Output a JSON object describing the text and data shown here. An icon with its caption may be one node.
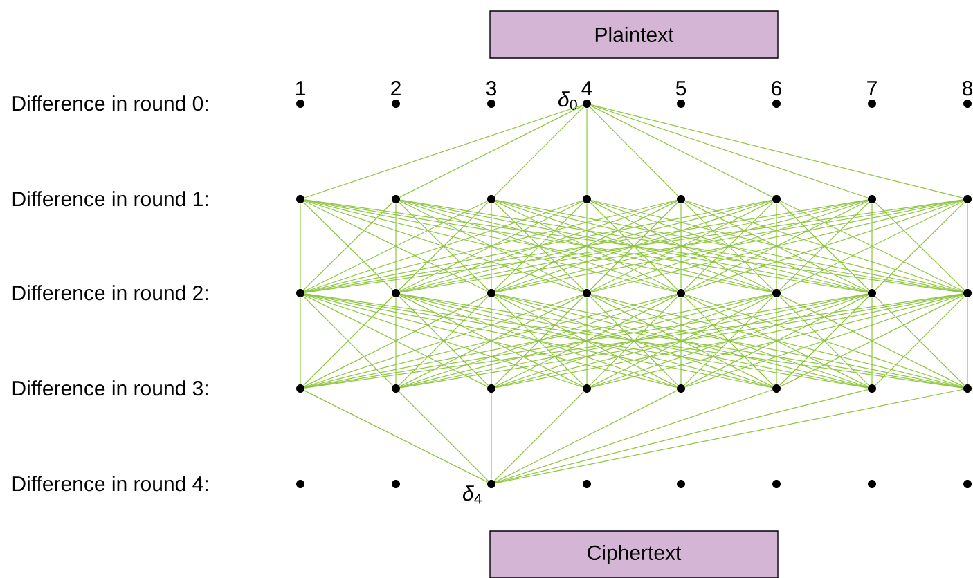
{
  "diagram": {
    "nodes": [
      {
        "text": [
          "Plaintext"
        ]
      },
      {
        "text": [],
        "shape": "circle"
      },
      {
        "text": [],
        "shape": "circle"
      },
      {
        "text": [],
        "shape": "circle"
      },
      {
        "text": [],
        "shape": "circle",
        "beside": [
          "*δ*$_{0}$"
        ]
      },
      {
        "text": [],
        "shape": "circle"
      },
      {
        "text": [],
        "shape": "circle"
      },
      {
        "text": [],
        "shape": "circle"
      },
      {
        "text": [],
        "shape": "circle"
      },
      {
        "text": [],
        "shape": "circle"
      },
      {
        "text": [],
        "shape": "circle"
      },
      {
        "text": [],
        "shape": "circle"
      },
      {
        "text": [],
        "shape": "circle"
      },
      {
        "text": [],
        "shape": "circle"
      },
      {
        "text": [],
        "shape": "circle"
      },
      {
        "text": [],
        "shape": "circle"
      },
      {
        "text": [],
        "shape": "circle"
      },
      {
        "text": [],
        "shape": "circle"
      },
      {
        "text": [],
        "shape": "circle"
      },
      {
        "text": [],
        "shape": "circle"
      },
      {
        "text": [],
        "shape": "circle"
      },
      {
        "text": [],
        "shape": "circle"
      },
      {
        "text": [],
        "shape": "circle"
      },
      {
        "text": [],
        "shape": "circle"
      },
      {
        "text": [],
        "shape": "circle"
      },
      {
        "text": [],
        "shape": "circle"
      },
      {
        "text": [],
        "shape": "circle"
      },
      {
        "text": [],
        "shape": "circle"
      },
      {
        "text": [],
        "shape": "circle"
      },
      {
        "text": [],
        "shape": "circle"
      },
      {
        "text": [],
        "shape": "circle"
      },
      {
        "text": [],
        "shape": "circle"
      },
      {
        "text": [],
        "shape": "circle"
      },
      {
        "text": [],
        "shape": "circle"
      },
      {
        "text": [],
        "shape": "circle"
      },
      {
        "text": [],
        "shape": "circle",
        "beside": [
          "*δ*$_{4}$"
        ]
      },
      {
        "text": [],
        "shape": "circle"
      },
      {
        "text": [],
        "shape": "circle"
      },
      {
        "text": [],
        "shape": "circle"
      },
      {
        "text": [],
        "shape": "circle"
      },
      {
        "text": [],
        "shape": "circle"
      },
      {
        "text": [
          "Ciphertext"
        ]
      }
    ],
    "edges": [
      {
        "from": 4,
        "to": 9,
        "arrow": "none"
      },
      {
        "from": 4,
        "to": 10,
        "arrow": "none"
      },
      {
        "from": 4,
        "to": 11,
        "arrow": "none"
      },
      {
        "from": 4,
        "to": 12,
        "arrow": "none"
      },
      {
        "from": 4,
        "to": 13,
        "arrow": "none"
      },
      {
        "from": 4,
        "to": 14,
        "arrow": "none"
      },
      {
        "from": 4,
        "to": 15,
        "arrow": "none"
      },
      {
        "from": 4,
        "to": 16,
        "arrow": "none"
      },
      {
        "from": 9,
        "to": 17,
        "arrow": "none"
      },
      {
        "from": 9,
        "to": 18,
        "arrow": "none"
      },
      {
        "from": 9,
        "to": 19,
        "arrow": "none"
      },
      {
        "from": 9,
        "to": 20,
        "arrow": "none"
      },
      {
        "from": 9,
        "to": 21,
        "arrow": "none"
      },
      {
        "from": 9,
        "to": 22,
        "arrow": "none"
      },
      {
        "from": 9,
        "to": 23,
        "arrow": "none"
      },
      {
        "from": 9,
        "to": 24,
        "arrow": "none"
      },
      {
        "from": 10,
        "to": 17,
        "arrow": "none"
      },
      {
        "from": 10,
        "to": 18,
        "arrow": "none"
      },
      {
        "from": 10,
        "to": 19,
        "arrow": "none"
      },
      {
        "from": 10,
        "to": 20,
        "arrow": "none"
      },
      {
        "from": 10,
        "to": 21,
        "arrow": "none"
      },
      {
        "from": 10,
        "to": 22,
        "arrow": "none"
      },
      {
        "from": 10,
        "to": 23,
        "arrow": "none"
      },
      {
        "from": 10,
        "to": 24,
        "arrow": "none"
      },
      {
        "from": 11,
        "to": 17,
        "arrow": "none"
      },
      {
        "from": 11,
        "to": 18,
        "arrow": "none"
      },
      {
        "from": 11,
        "to": 19,
        "arrow": "none"
      },
      {
        "from": 11,
        "to": 20,
        "arrow": "none"
      },
      {
        "from": 11,
        "to": 21,
        "arrow": "none"
      },
      {
        "from": 11,
        "to": 22,
        "arrow": "none"
      },
      {
        "from": 11,
        "to": 23,
        "arrow": "none"
      },
      {
        "from": 11,
        "to": 24,
        "arrow": "none"
      },
      {
        "from": 12,
        "to": 17,
        "arrow": "none"
      },
      {
        "from": 12,
        "to": 18,
        "arrow": "none"
      },
      {
        "from": 12,
        "to": 19,
        "arrow": "none"
      },
      {
        "from": 12,
        "to": 20,
        "arrow": "none"
      },
      {
        "from": 12,
        "to": 21,
        "arrow": "none"
      },
      {
        "from": 12,
        "to": 22,
        "arrow": "none"
      },
      {
        "from": 12,
        "to": 23,
        "arrow": "none"
      },
      {
        "from": 12,
        "to": 24,
        "arrow": "none"
      },
      {
        "from": 13,
        "to": 17,
        "arrow": "none"
      },
      {
        "from": 13,
        "to": 18,
        "arrow": "none"
      },
      {
        "from": 13,
        "to": 19,
        "arrow": "none"
      },
      {
        "from": 13,
        "to": 20,
        "arrow": "none"
      },
      {
        "from": 13,
        "to": 21,
        "arrow": "none"
      },
      {
        "from": 13,
        "to": 22,
        "arrow": "none"
      },
      {
        "from": 13,
        "to": 23,
        "arrow": "none"
      },
      {
        "from": 13,
        "to": 24,
        "arrow": "none"
      },
      {
        "from": 14,
        "to": 17,
        "arrow": "none"
      },
      {
        "from": 14,
        "to": 18,
        "arrow": "none"
      },
      {
        "from": 14,
        "to": 19,
        "arrow": "none"
      },
      {
        "from": 14,
        "to": 20,
        "arrow": "none"
      },
      {
        "from": 14,
        "to": 21,
        "arrow": "none"
      },
      {
        "from": 14,
        "to": 22,
        "arrow": "none"
      },
      {
        "from": 14,
        "to": 23,
        "arrow": "none"
      },
      {
        "from": 14,
        "to": 24,
        "arrow": "none"
      },
      {
        "from": 15,
        "to": 17,
        "arrow": "none"
      },
      {
        "from": 15,
        "to": 18,
        "arrow": "none"
      },
      {
        "from": 15,
        "to": 19,
        "arrow": "none"
      },
      {
        "from": 15,
        "to": 20,
        "arrow": "none"
      },
      {
        "from": 15,
        "to": 21,
        "arrow": "none"
      },
      {
        "from": 15,
        "to": 22,
        "arrow": "none"
      },
      {
        "from": 15,
        "to": 23,
        "arrow": "none"
      },
      {
        "from": 15,
        "to": 24,
        "arrow": "none"
      },
      {
        "from": 16,
        "to": 17,
        "arrow": "none"
      },
      {
        "from": 16,
        "to": 18,
        "arrow": "none"
      },
      {
        "from": 16,
        "to": 19,
        "arrow": "none"
      },
      {
        "from": 16,
        "to": 20,
        "arrow": "none"
      },
      {
        "from": 16,
        "to": 21,
        "arrow": "none"
      },
      {
        "from": 16,
        "to": 22,
        "arrow": "none"
      },
      {
        "from": 16,
        "to": 23,
        "arrow": "none"
      },
      {
        "from": 16,
        "to": 24,
        "arrow": "none"
      },
      {
        "from": 17,
        "to": 25,
        "arrow": "none"
      },
      {
        "from": 17,
        "to": 26,
        "arrow": "none"
      },
      {
        "from": 17,
        "to": 27,
        "arrow": "none"
      },
      {
        "from": 17,
        "to": 28,
        "arrow": "none"
      },
      {
        "from": 17,
        "to": 29,
        "arrow": "none"
      },
      {
        "from": 17,
        "to": 30,
        "arrow": "none"
      },
      {
        "from": 17,
        "to": 31,
        "arrow": "none"
      },
      {
        "from": 17,
        "to": 32,
        "arrow": "none"
      },
      {
        "from": 18,
        "to": 25,
        "arrow": "none"
      },
      {
        "from": 18,
        "to": 26,
        "arrow": "none"
      },
      {
        "from": 18,
        "to": 27,
        "arrow": "none"
      },
      {
        "from": 18,
        "to": 28,
        "arrow": "none"
      },
      {
        "from": 18,
        "to": 29,
        "arrow": "none"
      },
      {
        "from": 18,
        "to": 30,
        "arrow": "none"
      },
      {
        "from": 18,
        "to": 31,
        "arrow": "none"
      },
      {
        "from": 18,
        "to": 32,
        "arrow": "none"
      },
      {
        "from": 19,
        "to": 25,
        "arrow": "none"
      },
      {
        "from": 19,
        "to": 26,
        "arrow": "none"
      },
      {
        "from": 19,
        "to": 27,
        "arrow": "none"
      },
      {
        "from": 19,
        "to": 28,
        "arrow": "none"
      },
      {
        "from": 19,
        "to": 29,
        "arrow": "none"
      },
      {
        "from": 19,
        "to": 30,
        "arrow": "none"
      },
      {
        "from": 19,
        "to": 31,
        "arrow": "none"
      },
      {
        "from": 19,
        "to": 32,
        "arrow": "none"
      },
      {
        "from": 20,
        "to": 25,
        "arrow": "none"
      },
      {
        "from": 20,
        "to": 26,
        "arrow": "none"
      },
      {
        "from": 20,
        "to": 27,
        "arrow": "none"
      },
      {
        "from": 20,
        "to": 28,
        "arrow": "none"
      },
      {
        "from": 20,
        "to": 29,
        "arrow": "none"
      },
      {
        "from": 20,
        "to": 30,
        "arrow": "none"
      },
      {
        "from": 20,
        "to": 31,
        "arrow": "none"
      },
      {
        "from": 20,
        "to": 32,
        "arrow": "none"
      },
      {
        "from": 21,
        "to": 25,
        "arrow": "none"
      },
      {
        "from": 21,
        "to": 26,
        "arrow": "none"
      },
      {
        "from": 21,
        "to": 27,
        "arrow": "none"
      },
      {
        "from": 21,
        "to": 28,
        "arrow": "none"
      },
      {
        "from": 21,
        "to": 29,
        "arrow": "none"
      },
      {
        "from": 21,
        "to": 30,
        "arrow": "none"
      },
      {
        "from": 21,
        "to": 31,
        "arrow": "none"
      },
      {
        "from": 21,
        "to": 32,
        "arrow": "none"
      },
      {
        "from": 22,
        "to": 25,
        "arrow": "none"
      },
      {
        "from": 22,
        "to": 26,
        "arrow": "none"
      },
      {
        "from": 22,
        "to": 27,
        "arrow": "none"
      },
      {
        "from": 22,
        "to": 28,
        "arrow": "none"
      },
      {
        "from": 22,
        "to": 29,
        "arrow": "none"
      },
      {
        "from": 22,
        "to": 30,
        "arrow": "none"
      },
      {
        "from": 22,
        "to": 31,
        "arrow": "none"
      },
      {
        "from": 22,
        "to": 32,
        "arrow": "none"
      },
      {
        "from": 23,
        "to": 25,
        "arrow": "none"
      },
      {
        "from": 23,
        "to": 26,
        "arrow": "none"
      },
      {
        "from": 23,
        "to": 27,
        "arrow": "none"
      },
      {
        "from": 23,
        "to": 28,
        "arrow": "none"
      },
      {
        "from": 23,
        "to": 29,
        "arrow": "none"
      },
      {
        "from": 23,
        "to": 30,
        "arrow": "none"
      },
      {
        "from": 23,
        "to": 31,
        "arrow": "none"
      },
      {
        "from": 23,
        "to": 32,
        "arrow": "none"
      },
      {
        "from": 24,
        "to": 25,
        "arrow": "none"
      },
      {
        "from": 24,
        "to": 26,
        "arrow": "none"
      },
      {
        "from": 24,
        "to": 27,
        "arrow": "none"
      },
      {
        "from": 24,
        "to": 28,
        "arrow": "none"
      },
      {
        "from": 24,
        "to": 29,
        "arrow": "none"
      },
      {
        "from": 24,
        "to": 30,
        "arrow": "none"
      },
      {
        "from": 24,
        "to": 31,
        "arrow": "none"
      },
      {
        "from": 24,
        "to": 32,
        "arrow": "none"
      },
      {
        "from": 25,
        "to": 35,
        "arrow": "none"
      },
      {
        "from": 26,
        "to": 35,
        "arrow": "none"
      },
      {
        "from": 27,
        "to": 35,
        "arrow": "none"
      },
      {
        "from": 28,
        "to": 35,
        "arrow": "none"
      },
      {
        "from": 29,
        "to": 35,
        "arrow": "none"
      },
      {
        "from": 30,
        "to": 35,
        "arrow": "none"
      },
      {
        "from": 31,
        "to": 35,
        "arrow": "none"
      },
      {
        "from": 32,
        "to": 35,
        "arrow": "none"
      }
    ],
    "labels": [
      "Difference in round 0:",
      "1",
      "2",
      "3",
      "4",
      "5",
      "6",
      "7",
      "8",
      "Difference in round 1:",
      "Difference in round 2:",
      "Difference in round 3:",
      "Difference in round 4:"
    ]
  }
}
